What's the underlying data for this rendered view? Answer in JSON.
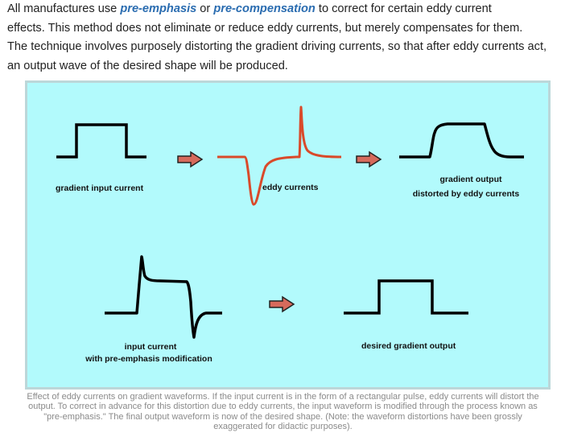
{
  "intro": {
    "p1_pre": "All manufactures use ",
    "term1": "pre-emphasis",
    "p1_mid": " or ",
    "term2": "pre-compensation",
    "p1_post": " to correct for certain eddy current",
    "line2": "effects. This method does not eliminate or reduce eddy currents, but merely compensates for them.",
    "line3": "The technique involves purposely distorting the gradient driving currents, so that after eddy currents act,",
    "line4": "an output wave of the desired shape will be produced."
  },
  "figure": {
    "labels": {
      "gradient_input": "gradient input current",
      "eddy": "eddy currents",
      "output_line1": "gradient output",
      "output_line2": "distorted by eddy currents",
      "input_line1": "input current",
      "input_line2": "with pre-emphasis modification",
      "desired": "desired gradient output"
    },
    "colors": {
      "background": "#b2fafc",
      "waveform": "#000000",
      "eddy_waveform": "#d94a2a",
      "arrow_fill": "#d66a5c",
      "arrow_stroke": "#222222"
    }
  },
  "caption": {
    "line1": "Effect of eddy currents on gradient waveforms. If the input current is in the form of a rectangular pulse, eddy currents will distort the",
    "line2": "output. To correct in advance for this distortion due to eddy currents, the input waveform is modified through the process known as",
    "line3": "\"pre-emphasis.\" The final output waveform is now of the desired shape. (Note: the waveform distortions have been grossly",
    "line4": "exaggerated for didactic purposes)."
  }
}
